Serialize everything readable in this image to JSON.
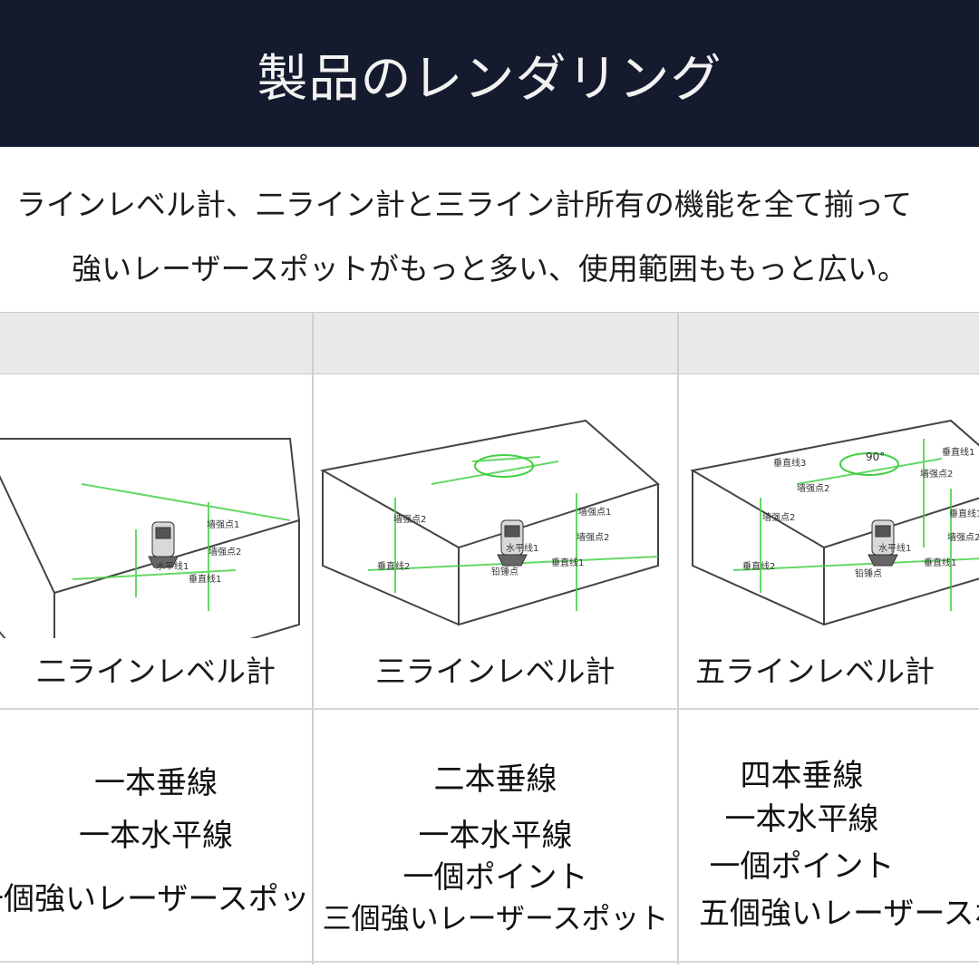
{
  "header": {
    "title": "製品のレンダリング"
  },
  "subtitle": {
    "line1": "ラインレベル計、二ライン計と三ライン計所有の機能を全て揃って",
    "line2": "強いレーザースポットがもっと多い、使用範囲ももっと広い。"
  },
  "columns": [
    {
      "name": "二ラインレベル計",
      "features": [
        "一本垂線",
        "一本水平線",
        "一個強いレーザースポット"
      ],
      "diagram_labels": [
        "垂直线1",
        "水平线1",
        "墙强点1",
        "墙强点2"
      ]
    },
    {
      "name": "三ラインレベル計",
      "features": [
        "二本垂線",
        "一本水平線",
        "一個ポイント",
        "三個強いレーザースポット"
      ],
      "diagram_labels": [
        "墙强点2",
        "墙强点1",
        "水平线1",
        "墙强点2",
        "垂直线1",
        "铅锤点",
        "垂直线2"
      ]
    },
    {
      "name": "五ラインレベル計",
      "features": [
        "四本垂線",
        "一本水平線",
        "一個ポイント",
        "五個強いレーザースポット"
      ],
      "diagram_labels": [
        "垂直线3",
        "90°",
        "垂直线1",
        "墙强点2",
        "墙强点2",
        "墙强点2",
        "垂直线1",
        "水平线1",
        "墙强点2",
        "垂直线1",
        "铅锤点",
        "垂直线2"
      ]
    }
  ],
  "colors": {
    "header_bg": "#151b2e",
    "laser_green": "#3fcf3f"
  }
}
